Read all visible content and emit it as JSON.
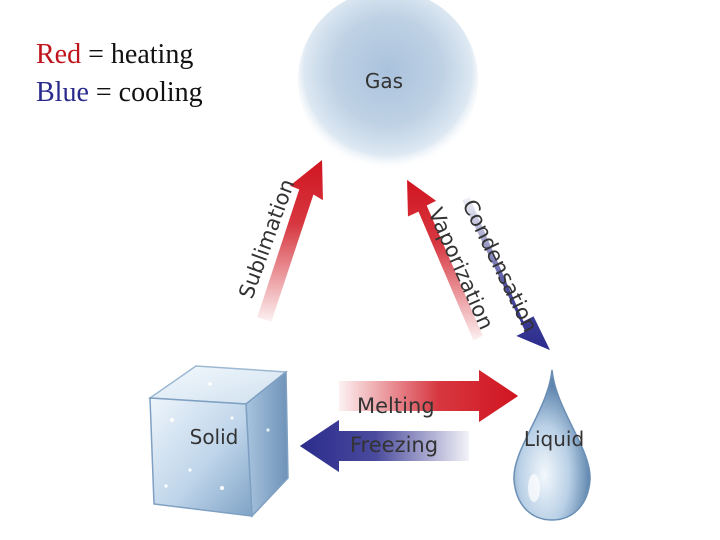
{
  "legend": {
    "heating_key": "Red",
    "heating_text": " = heating",
    "cooling_key": "Blue",
    "cooling_text": " = cooling"
  },
  "states": {
    "gas": "Gas",
    "solid": "Solid",
    "liquid": "Liquid"
  },
  "transitions": {
    "sublimation": "Sublimation",
    "condensation": "Condensation",
    "vaporization": "Vaporization",
    "melting": "Melting",
    "freezing": "Freezing"
  },
  "colors": {
    "heating": "#d0141f",
    "cooling": "#2a2a8c"
  }
}
